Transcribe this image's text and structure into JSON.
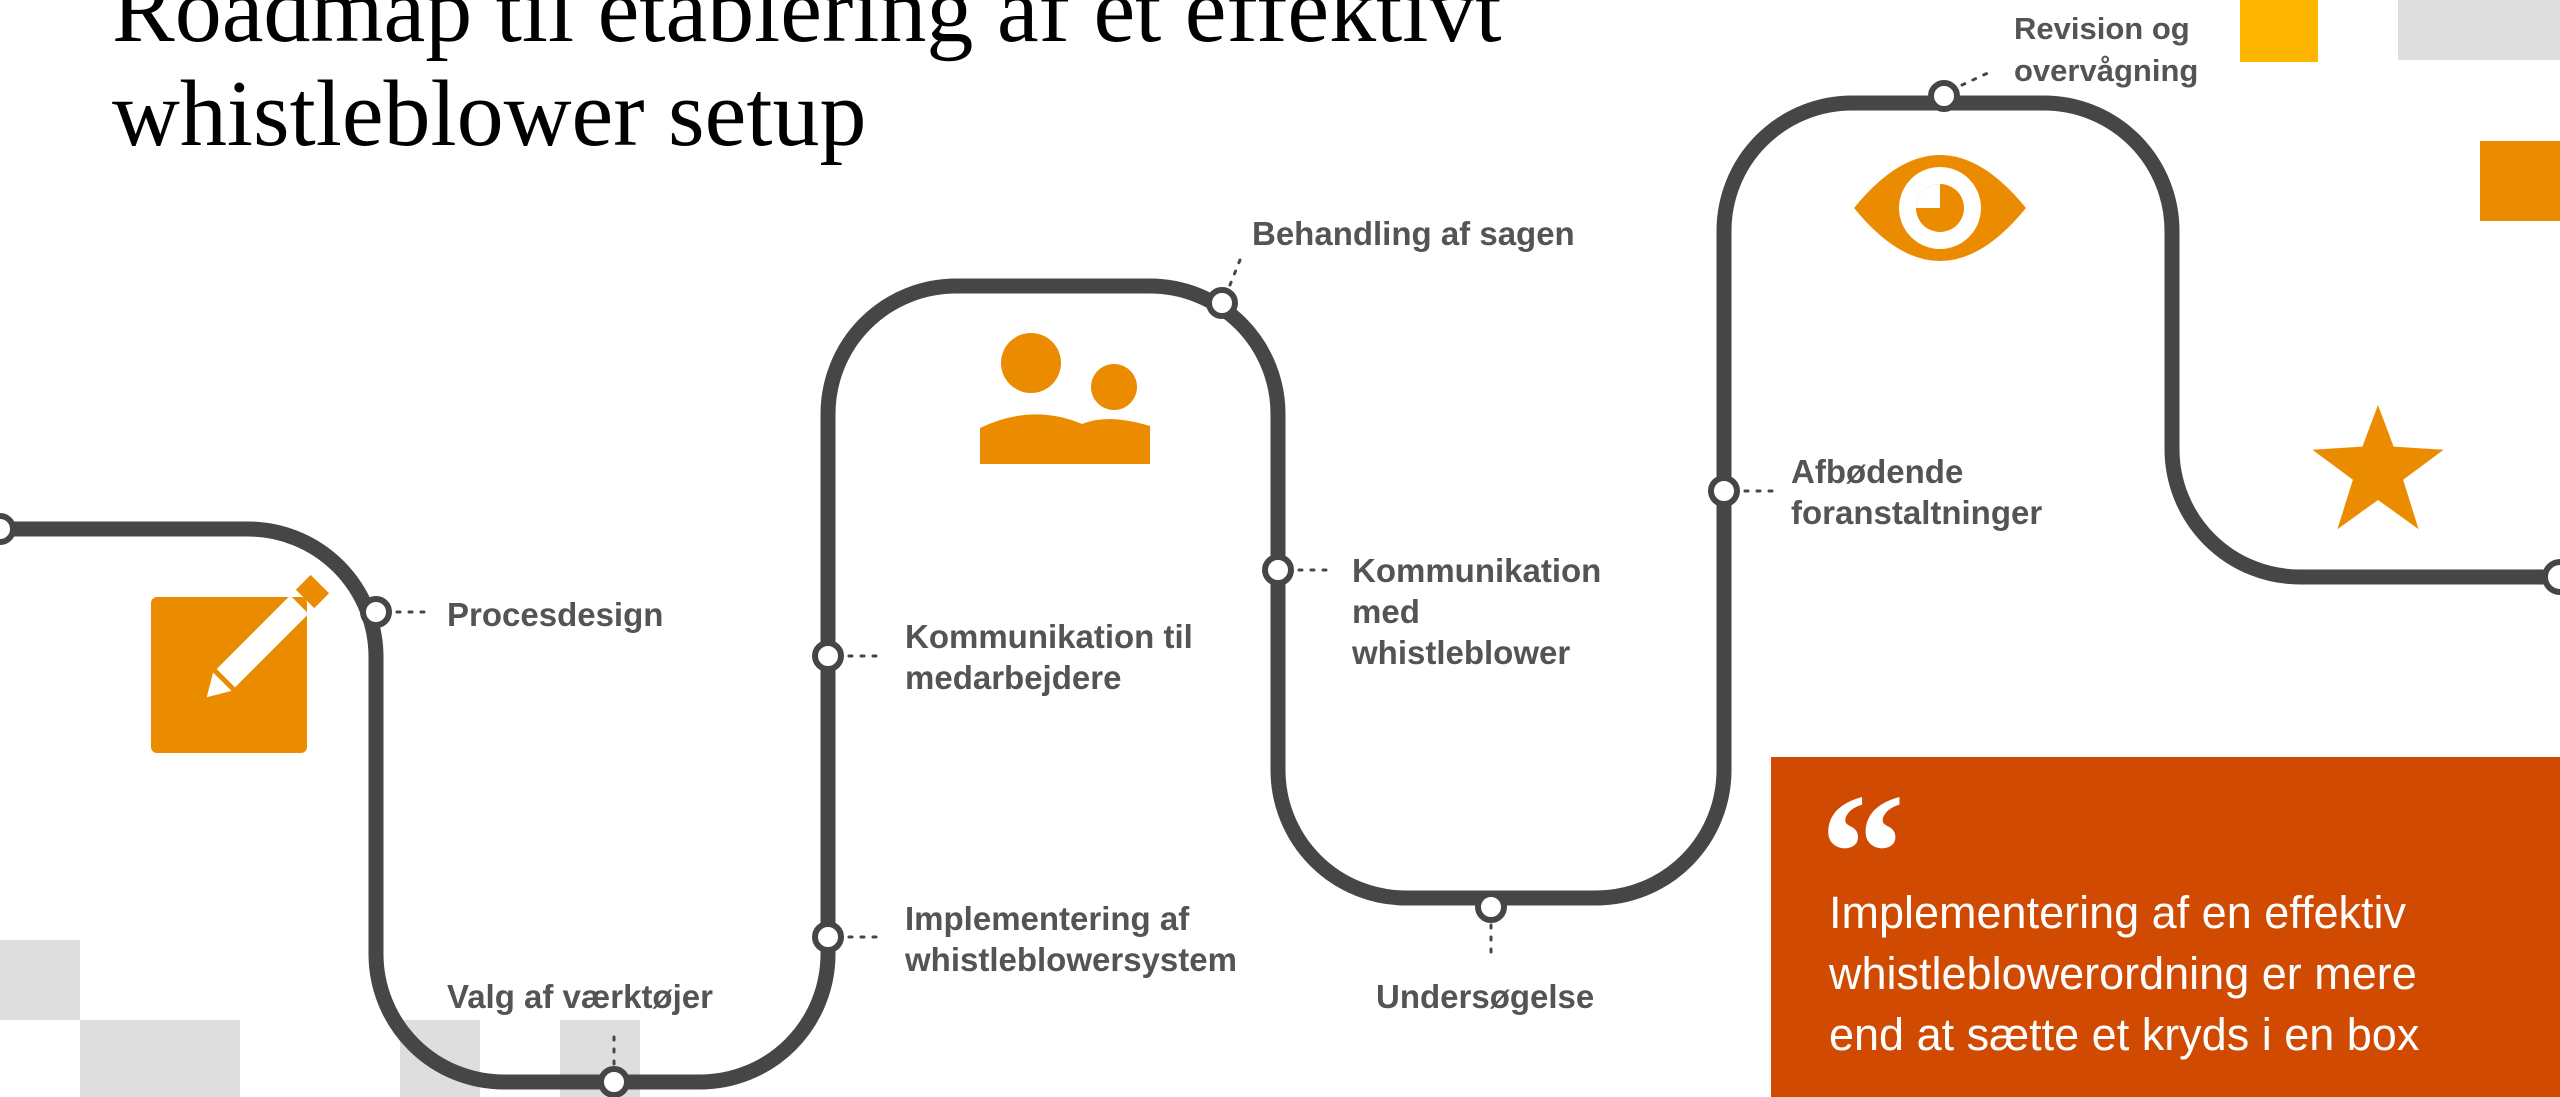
{
  "title": {
    "line1": "Roadmap til etablering af et effektivt",
    "line2": "whistleblower setup"
  },
  "steps": [
    {
      "lines": [
        "Procesdesign"
      ]
    },
    {
      "lines": [
        "Valg af værktøjer"
      ]
    },
    {
      "lines": [
        "Kommunikation til",
        "medarbejdere"
      ]
    },
    {
      "lines": [
        "Implementering af",
        "whistleblowersystem"
      ]
    },
    {
      "lines": [
        "Behandling af sagen"
      ]
    },
    {
      "lines": [
        "Kommunikation",
        "med",
        "whistleblower"
      ]
    },
    {
      "lines": [
        "Undersøgelse"
      ]
    },
    {
      "lines": [
        "Afbødende",
        "foranstaltninger"
      ]
    },
    {
      "lines": [
        "Revision og",
        "overvågning"
      ]
    }
  ],
  "icons": [
    "pencil-icon",
    "people-icon",
    "eye-icon",
    "star-icon"
  ],
  "quote": {
    "mark": "“",
    "lines": [
      "Implementering af en effektiv",
      "whistleblowerordning er mere",
      "end at sætte et kryds i en box"
    ]
  },
  "colors": {
    "road": "#464646",
    "accent_orange": "#eb8c00",
    "quote_background": "#d04a02",
    "yellow": "#ffb600",
    "grey_blocks": "#dedede",
    "label_text": "#545454"
  }
}
